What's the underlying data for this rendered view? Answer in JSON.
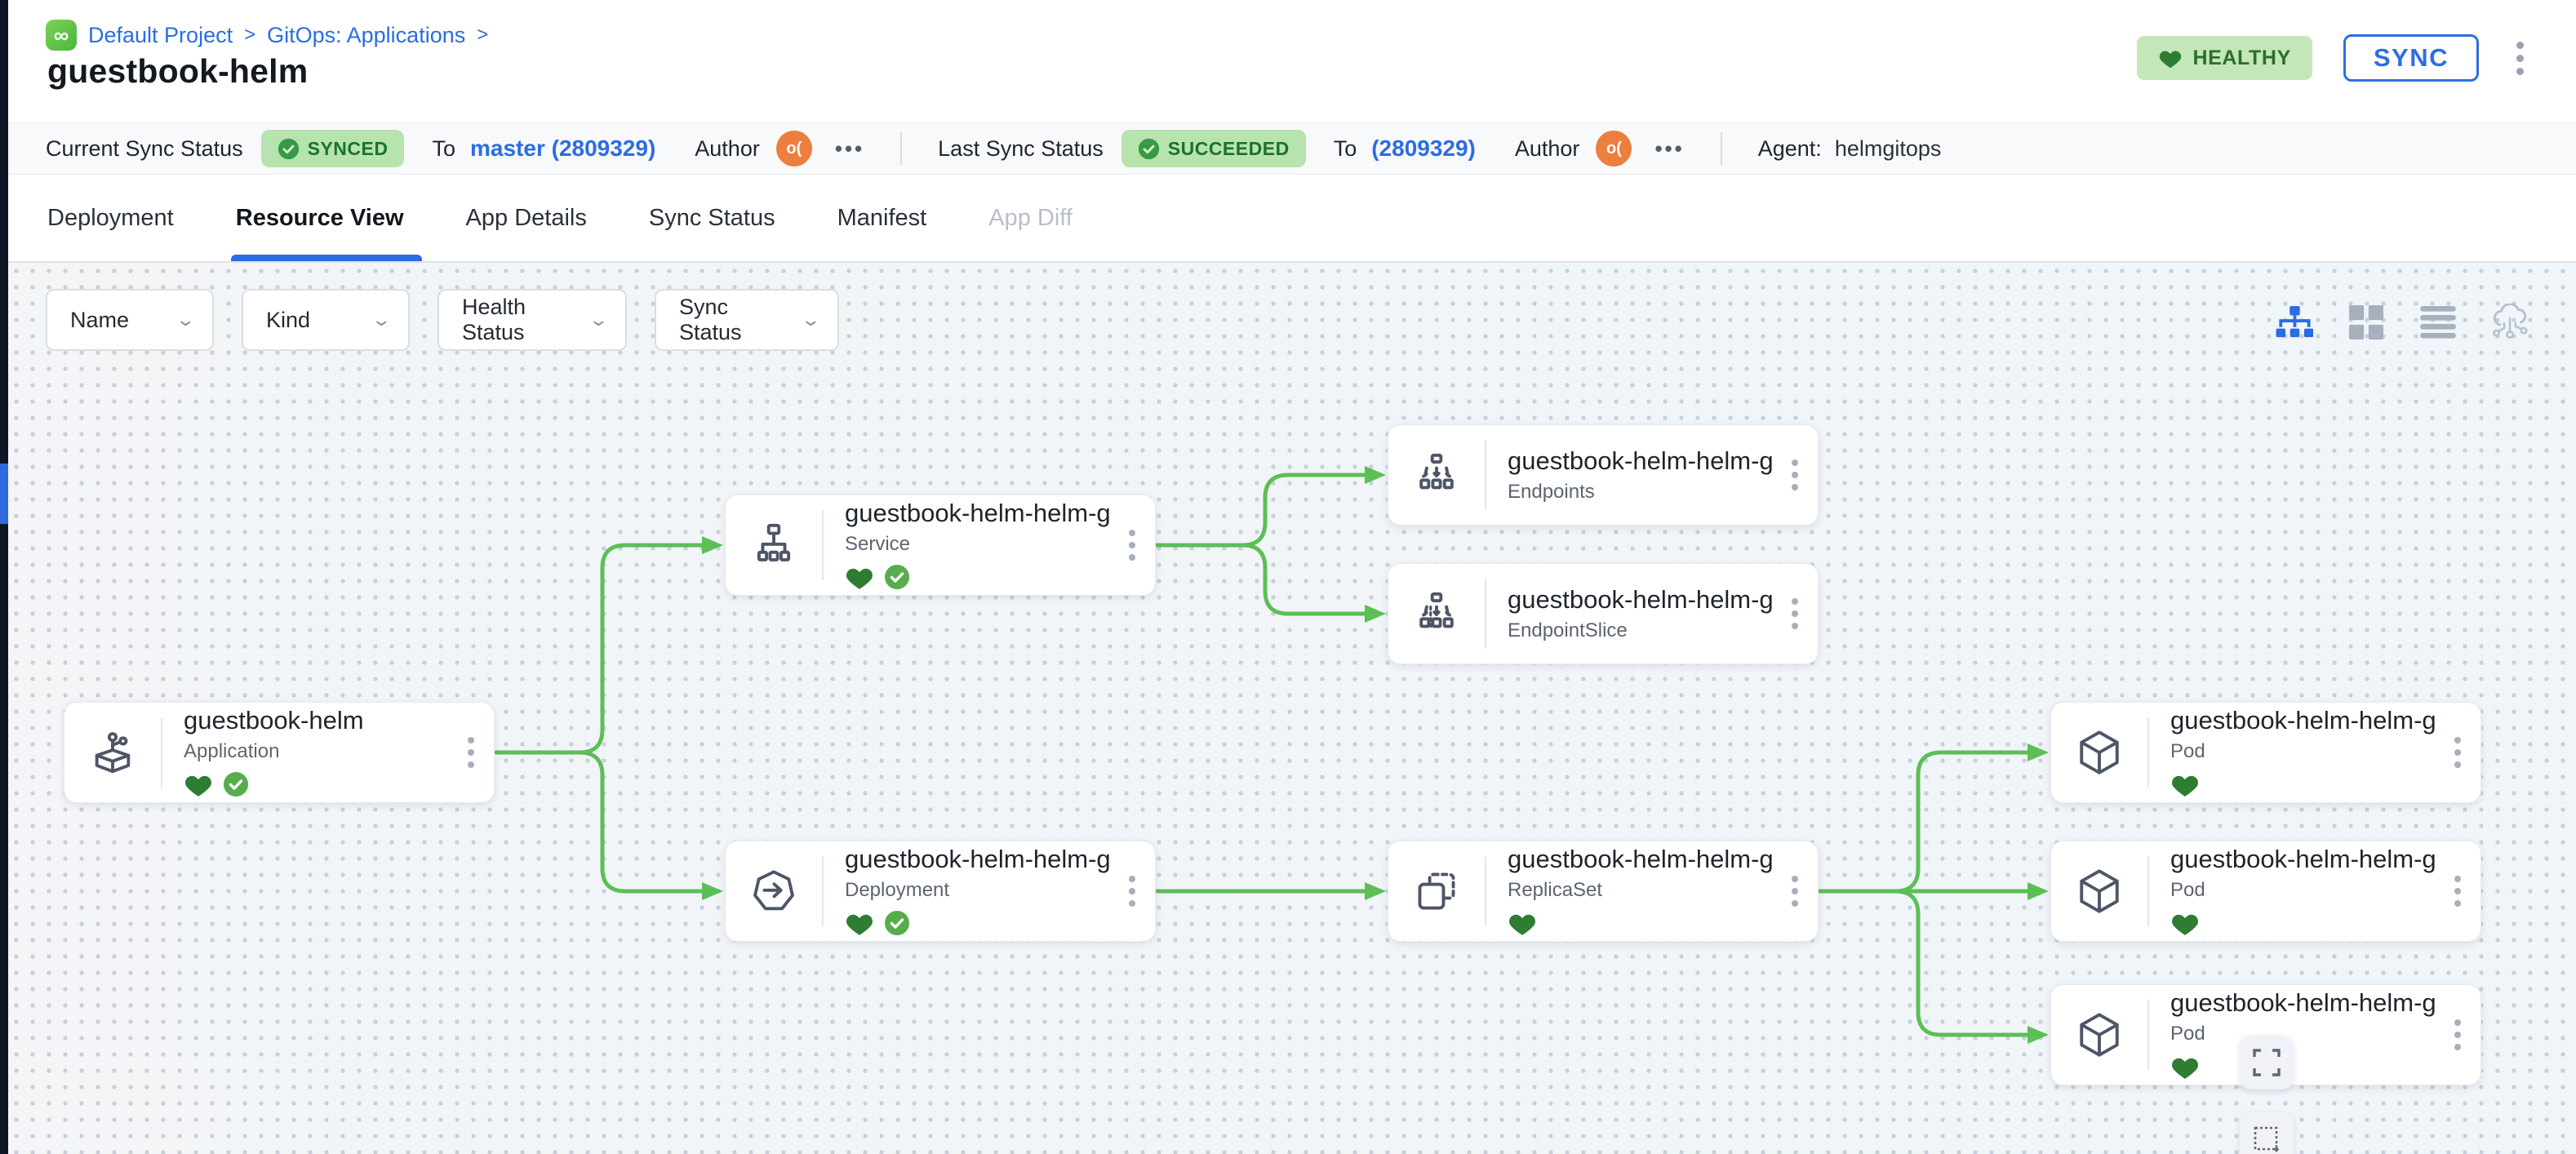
{
  "colors": {
    "accent_blue": "#2b6be4",
    "link_blue": "#2b6ce2",
    "edge_green": "#5cbf56",
    "healthy_green": "#2e7d32",
    "badge_bg": "#b7e3ae",
    "badge_text": "#1d7030",
    "avatar_orange": "#ec7e3e",
    "sidebar_dark": "#0e1626"
  },
  "breadcrumb": {
    "logo": "∞",
    "project": "Default Project",
    "separator": ">",
    "section": "GitOps: Applications",
    "trailing_separator": ">"
  },
  "header": {
    "title": "guestbook-helm",
    "health_badge": "HEALTHY",
    "sync_button": "SYNC"
  },
  "status_bar": {
    "current": {
      "label": "Current Sync Status",
      "badge": "SYNCED",
      "to_label": "To",
      "revision": "master (2809329)",
      "author_label": "Author",
      "avatar_text": "o(",
      "more": "•••"
    },
    "last": {
      "label": "Last Sync Status",
      "badge": "SUCCEEDED",
      "to_label": "To",
      "revision": "(2809329)",
      "author_label": "Author",
      "avatar_text": "o(",
      "more": "•••"
    },
    "agent_label": "Agent:",
    "agent_value": "helmgitops"
  },
  "tabs": {
    "active": "Resource View",
    "items": [
      {
        "label": "Deployment"
      },
      {
        "label": "Resource View"
      },
      {
        "label": "App Details"
      },
      {
        "label": "Sync Status"
      },
      {
        "label": "Manifest"
      },
      {
        "label": "App Diff"
      }
    ]
  },
  "filters": {
    "items": [
      {
        "label": "Name"
      },
      {
        "label": "Kind"
      },
      {
        "label": "Health Status"
      },
      {
        "label": "Sync Status"
      }
    ]
  },
  "view_modes": [
    "tree-view",
    "grid-view",
    "list-view",
    "cloud-view"
  ],
  "nodes": [
    {
      "title": "guestbook-helm",
      "kind": "Application",
      "health": "healthy",
      "sync": "synced"
    },
    {
      "title": "guestbook-helm-helm-g...",
      "kind": "Service",
      "health": "healthy",
      "sync": "synced"
    },
    {
      "title": "guestbook-helm-helm-g...",
      "kind": "Endpoints",
      "health": "",
      "sync": ""
    },
    {
      "title": "guestbook-helm-helm-g...",
      "kind": "EndpointSlice",
      "health": "",
      "sync": ""
    },
    {
      "title": "guestbook-helm-helm-g...",
      "kind": "Deployment",
      "health": "healthy",
      "sync": "synced"
    },
    {
      "title": "guestbook-helm-helm-g...",
      "kind": "ReplicaSet",
      "health": "healthy",
      "sync": ""
    },
    {
      "title": "guestbook-helm-helm-g...",
      "kind": "Pod",
      "health": "healthy",
      "sync": ""
    },
    {
      "title": "guestbook-helm-helm-g...",
      "kind": "Pod",
      "health": "healthy",
      "sync": ""
    },
    {
      "title": "guestbook-helm-helm-g...",
      "kind": "Pod",
      "health": "healthy",
      "sync": ""
    }
  ],
  "edges": [
    {
      "from": "Application",
      "to": "Service"
    },
    {
      "from": "Application",
      "to": "Deployment"
    },
    {
      "from": "Service",
      "to": "Endpoints"
    },
    {
      "from": "Service",
      "to": "EndpointSlice"
    },
    {
      "from": "Deployment",
      "to": "ReplicaSet"
    },
    {
      "from": "ReplicaSet",
      "to": "Pod-1"
    },
    {
      "from": "ReplicaSet",
      "to": "Pod-2"
    },
    {
      "from": "ReplicaSet",
      "to": "Pod-3"
    }
  ]
}
